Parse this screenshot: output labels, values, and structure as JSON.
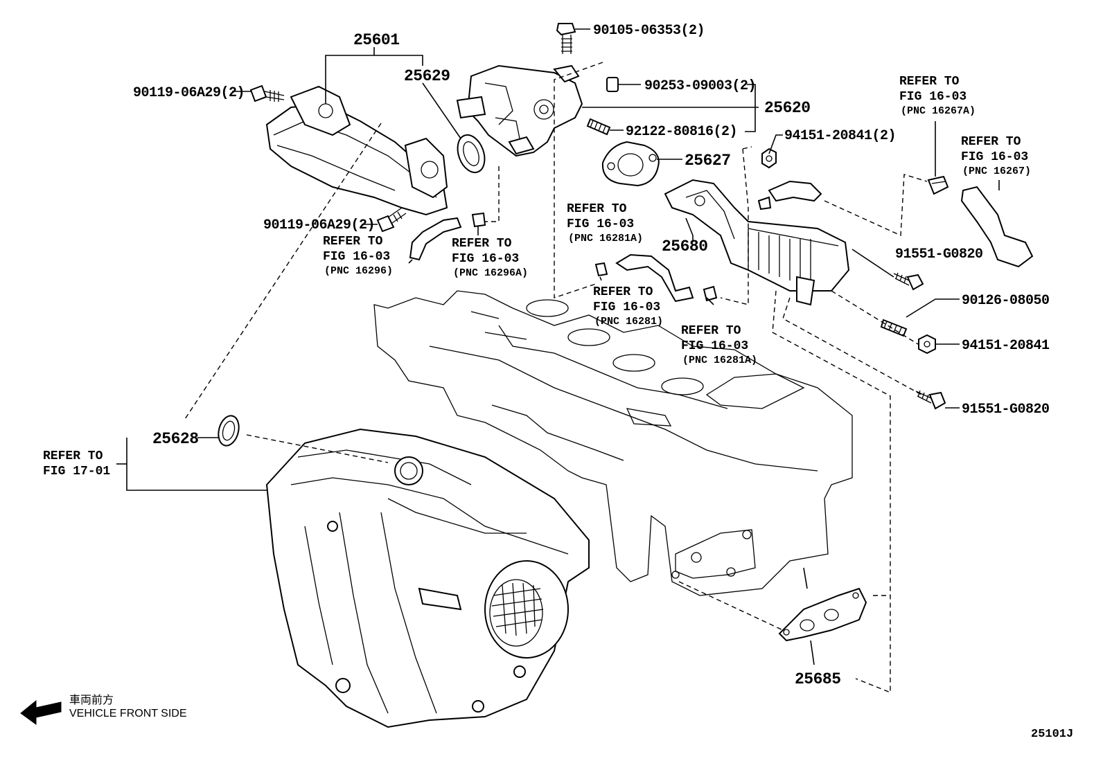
{
  "labels": {
    "p25601": "25601",
    "p25629": "25629",
    "p90119_top": "90119-06A29(2)",
    "p90119_bot": "90119-06A29(2)",
    "p90105": "90105-06353(2)",
    "p90253": "90253-09003(2)",
    "p25620": "25620",
    "p92122": "92122-80816(2)",
    "p94151_2": "94151-20841(2)",
    "p25627": "25627",
    "p25680": "25680",
    "p91551_a": "91551-G0820",
    "p90126": "90126-08050",
    "p94151": "94151-20841",
    "p91551_b": "91551-G0820",
    "p25628": "25628",
    "p25685": "25685"
  },
  "refs": {
    "r16296": {
      "l1": "REFER TO",
      "l2": "FIG 16-03",
      "l3": "(PNC 16296)"
    },
    "r16296A": {
      "l1": "REFER TO",
      "l2": "FIG 16-03",
      "l3": "(PNC 16296A)"
    },
    "r16281A_top": {
      "l1": "REFER TO",
      "l2": "FIG 16-03",
      "l3": "(PNC 16281A)"
    },
    "r16281": {
      "l1": "REFER TO",
      "l2": "FIG 16-03",
      "l3": "(PNC 16281)"
    },
    "r16281A_bot": {
      "l1": "REFER TO",
      "l2": "FIG 16-03",
      "l3": "(PNC 16281A)"
    },
    "r16267A": {
      "l1": "REFER TO",
      "l2": "FIG 16-03",
      "l3": "(PNC 16267A)"
    },
    "r16267": {
      "l1": "REFER TO",
      "l2": "FIG 16-03",
      "l3": "(PNC 16267)"
    },
    "r1701": {
      "l1": "REFER TO",
      "l2": "FIG 17-01"
    }
  },
  "direction": {
    "jp": "車両前方",
    "en": "VEHICLE FRONT SIDE"
  },
  "figure_code": "25101J"
}
